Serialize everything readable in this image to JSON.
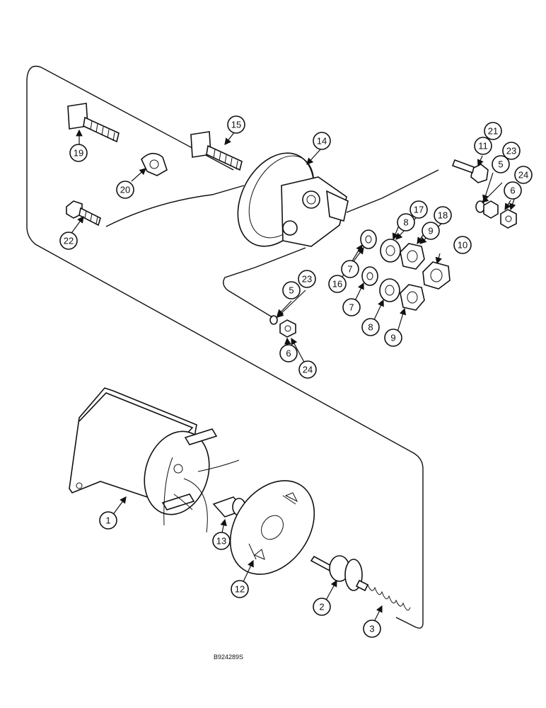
{
  "figure_code": "B924289S",
  "callouts": [
    "1",
    "2",
    "3",
    "5",
    "5",
    "6",
    "6",
    "7",
    "7",
    "8",
    "8",
    "9",
    "9",
    "10",
    "11",
    "12",
    "13",
    "14",
    "15",
    "16",
    "17",
    "18",
    "19",
    "20",
    "21",
    "22",
    "23",
    "23",
    "24",
    "24"
  ]
}
